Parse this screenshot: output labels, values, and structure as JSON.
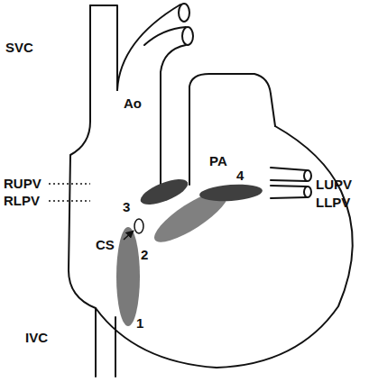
{
  "diagram": {
    "labels": [
      "SVC",
      "Ao",
      "RUPV",
      "RLPV",
      "PA",
      "LUPV",
      "LLPV",
      "CS",
      "3",
      "4",
      "2",
      "1",
      "IVC"
    ]
  }
}
